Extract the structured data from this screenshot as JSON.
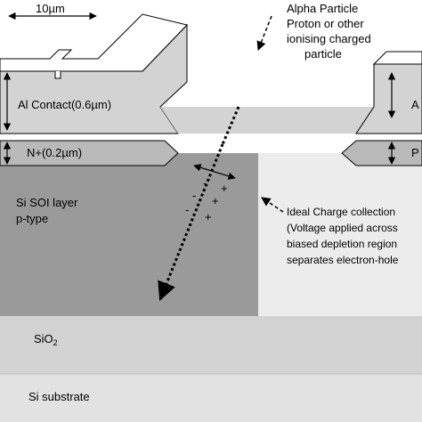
{
  "labels": {
    "scale": "10µm",
    "particle_line1": "Alpha Particle",
    "particle_line2": "Proton or other",
    "particle_line3": "ionising charged",
    "particle_line4": "particle",
    "al_contact": "Al Contact(0.6µm)",
    "al_contact_right": "A",
    "n_plus": "N+(0.2µm)",
    "p_plus_right": "P",
    "soi_line1": "Si SOI layer",
    "soi_line2": "p-type",
    "collection_line1": "Ideal Charge collection",
    "collection_line2": "(Voltage applied across",
    "collection_line3": "biased depletion region",
    "collection_line4": "separates electron-hole",
    "sio2_main": "SiO",
    "sio2_sub": "2",
    "substrate": "Si substrate"
  },
  "charges": {
    "minus": "-",
    "plus": "+"
  },
  "colors": {
    "al_contact": "#d3d3d3",
    "doped_region": "#b9b9b9",
    "soi_p": "#9a9a9a",
    "depletion": "#ececec",
    "oxide": "#d2d2d2",
    "substrate": "#e2e2e2",
    "outline": "#000000"
  }
}
